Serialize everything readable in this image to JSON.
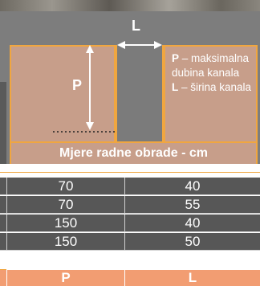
{
  "diagram": {
    "label_L": "L",
    "label_P": "P",
    "legend_p_key": "P",
    "legend_p_text": " – maksimalna dubina kanala",
    "legend_l_key": "L",
    "legend_l_text": " – širina kanala",
    "caption": "Mjere radne obrade - cm"
  },
  "colors": {
    "block_fill": "#c79e8a",
    "outline": "#f0a640",
    "background": "#7d7d7d",
    "table_row": "#575757",
    "table_header": "#f29d72"
  },
  "table": {
    "rows": [
      {
        "p": "70",
        "l": "40"
      },
      {
        "p": "70",
        "l": "55"
      },
      {
        "p": "150",
        "l": "40"
      },
      {
        "p": "150",
        "l": "50"
      }
    ],
    "header": {
      "p": "P",
      "l": "L"
    }
  }
}
